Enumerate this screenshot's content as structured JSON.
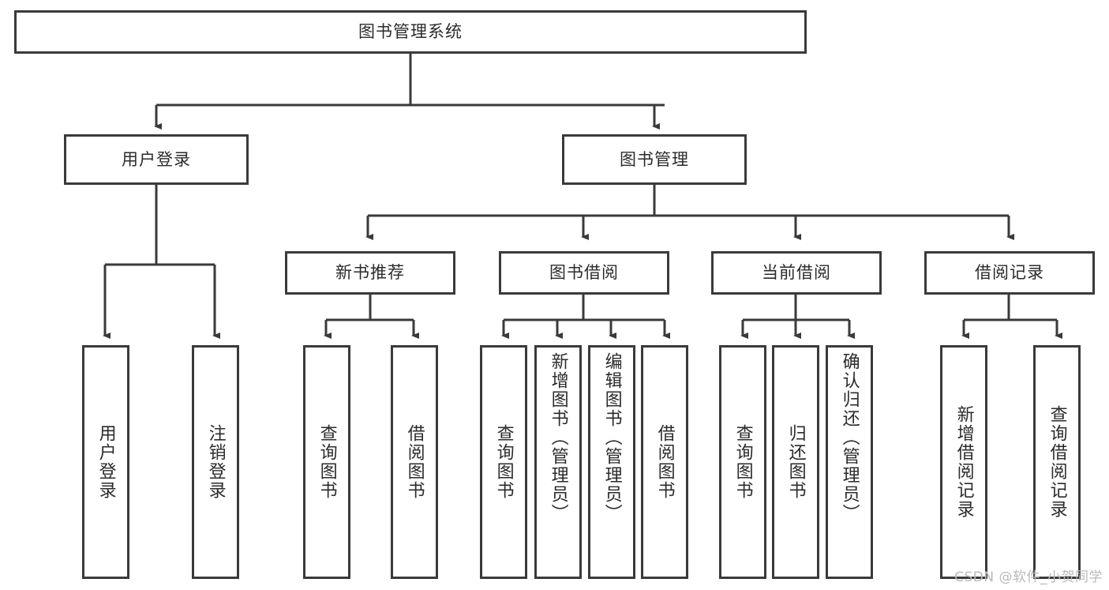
{
  "diagram": {
    "type": "tree",
    "title": "图书管理系统",
    "root": {
      "label": "图书管理系统",
      "orientation": "horizontal"
    },
    "level2": [
      {
        "id": "user-login",
        "label": "用户登录",
        "orientation": "horizontal"
      },
      {
        "id": "book-management",
        "label": "图书管理",
        "orientation": "horizontal"
      }
    ],
    "level3": [
      {
        "id": "new-book-recommend",
        "label": "新书推荐",
        "orientation": "horizontal",
        "parent": "book-management"
      },
      {
        "id": "book-borrow",
        "label": "图书借阅",
        "orientation": "horizontal",
        "parent": "book-management"
      },
      {
        "id": "current-borrow",
        "label": "当前借阅",
        "orientation": "horizontal",
        "parent": "book-management"
      },
      {
        "id": "borrow-record",
        "label": "借阅记录",
        "orientation": "horizontal",
        "parent": "book-management"
      }
    ],
    "leaves": [
      {
        "id": "leaf-user-login",
        "label": "用户登录",
        "parent": "user-login"
      },
      {
        "id": "leaf-user-logout",
        "label": "注销登录",
        "parent": "user-login"
      },
      {
        "id": "leaf-query-book-1",
        "label": "查询图书",
        "parent": "new-book-recommend"
      },
      {
        "id": "leaf-borrow-book-1",
        "label": "借阅图书",
        "parent": "new-book-recommend"
      },
      {
        "id": "leaf-query-book-2",
        "label": "查询图书",
        "parent": "book-borrow"
      },
      {
        "id": "leaf-add-book",
        "label": "新增图书（管理员）",
        "parent": "book-borrow"
      },
      {
        "id": "leaf-edit-book",
        "label": "编辑图书（管理员）",
        "parent": "book-borrow"
      },
      {
        "id": "leaf-borrow-book-2",
        "label": "借阅图书",
        "parent": "book-borrow"
      },
      {
        "id": "leaf-query-book-3",
        "label": "查询图书",
        "parent": "current-borrow"
      },
      {
        "id": "leaf-return-book",
        "label": "归还图书",
        "parent": "current-borrow"
      },
      {
        "id": "leaf-confirm-return",
        "label": "确认归还（管理员）",
        "parent": "current-borrow"
      },
      {
        "id": "leaf-add-record",
        "label": "新增借阅记录",
        "parent": "borrow-record"
      },
      {
        "id": "leaf-query-record",
        "label": "查询借阅记录",
        "parent": "borrow-record"
      }
    ],
    "colors": {
      "border": "#3a3a3a",
      "text": "#2b2b2b",
      "background": "#ffffff",
      "connector": "#3a3a3a",
      "watermark": "#b9b9b9"
    }
  },
  "watermark": {
    "text": "CSDN @软件_小贺同学"
  }
}
